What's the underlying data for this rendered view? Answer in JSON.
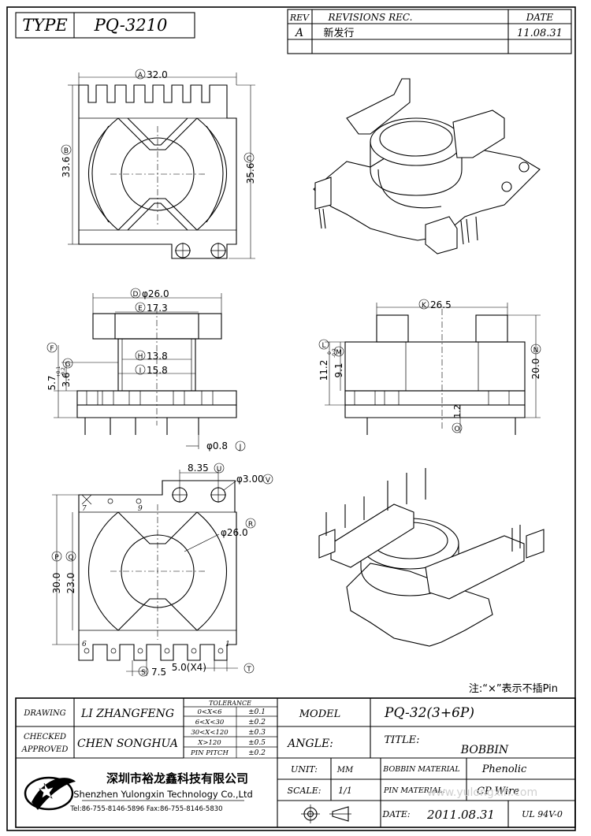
{
  "header": {
    "type_label": "TYPE",
    "part_number": "PQ-3210",
    "rev_label": "REV",
    "revisions_label": "REVISIONS REC.",
    "date_label": "DATE",
    "rev_value": "A",
    "revision_desc": "新发行",
    "revision_date": "11.08.31"
  },
  "dimensions": {
    "A": "32.0",
    "B": "33.6",
    "C": "35.6",
    "D": "φ26.0",
    "E": "17.3",
    "F": "5.7",
    "F_tol_plus": "+0.1",
    "F_tol_minus": "-0.2",
    "G": "3.6",
    "H": "13.8",
    "I": "15.8",
    "J": "φ0.8",
    "K": "26.5",
    "L": "11.2",
    "L_tol_plus": "0",
    "L_tol_minus": "-0.2",
    "M": "9.1",
    "N": "20.0",
    "O": "1.2",
    "P": "30.0",
    "Q": "23.0",
    "R": "φ26.0",
    "S": "7.5",
    "T": "5.0(X4)",
    "U": "8.35",
    "V": "φ3.00"
  },
  "circled_letters": [
    "A",
    "B",
    "C",
    "D",
    "E",
    "F",
    "G",
    "H",
    "I",
    "J",
    "K",
    "L",
    "M",
    "N",
    "O",
    "P",
    "Q",
    "R",
    "S",
    "T",
    "U",
    "V"
  ],
  "pin_labels": {
    "p7_top": "7",
    "p9_top": "9",
    "p6_bottom": "6",
    "p1_bottom": "1"
  },
  "note": "注:“×”表示不插Pin",
  "titleblock": {
    "drawing_label": "DRAWING",
    "drawing_name": "LI ZHANGFENG",
    "checked_label": "CHECKED",
    "approved_label": "APPROVED",
    "approved_name": "CHEN SONGHUA",
    "tolerance_label": "TOLERANCE",
    "tolerance_rows": [
      {
        "range": "0<X<6",
        "tol": "±0.1"
      },
      {
        "range": "6<X<30",
        "tol": "±0.2"
      },
      {
        "range": "30<X<120",
        "tol": "±0.3"
      },
      {
        "range": "X>120",
        "tol": "±0.5"
      },
      {
        "range": "PIN PITCH",
        "tol": "±0.2"
      }
    ],
    "model_label": "MODEL",
    "model_value": "PQ-32(3+6P)",
    "angle_label": "ANGLE:",
    "title_label": "TITLE:",
    "title_value": "BOBBIN",
    "unit_label": "UNIT:",
    "unit_value": "MM",
    "scale_label": "SCALE:",
    "scale_value": "1/1",
    "date_label": "DATE:",
    "date_value": "2011.08.31",
    "bobbin_material_label": "BOBBIN MATERIAL",
    "bobbin_material_value": "Phenolic",
    "pin_material_label": "PIN MATERIAL:",
    "pin_material_value": "CP Wire",
    "ul_value": "UL 94V-0",
    "company_cn": "深圳市裕龙鑫科技有限公司",
    "company_en": "Shenzhen Yulongxin Technology Co.,Ltd",
    "company_contact": "Tel:86-755-8146-5896  Fax:86-755-8146-5830",
    "watermark": "www.yulongxin.com"
  }
}
